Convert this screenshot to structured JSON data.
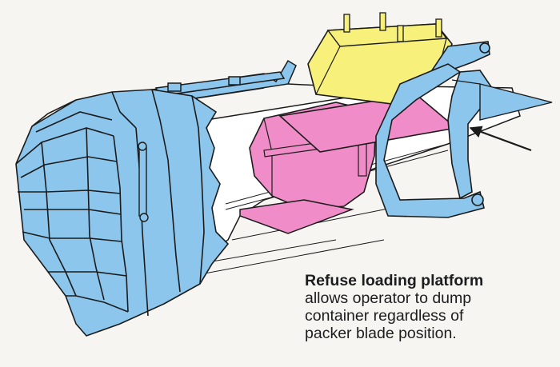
{
  "caption": {
    "title": "Refuse loading platform",
    "lines": [
      "allows operator to dump",
      "container regardless of",
      "packer blade position."
    ]
  },
  "colors": {
    "background": "#f6f5f2",
    "body_blue": "#8cc6ec",
    "platform_pink": "#f08dc8",
    "container_yellow": "#f7f07a",
    "outline": "#1b1b1b",
    "panel_white": "#ffffff"
  },
  "icons": {
    "pointer": "arrow-icon"
  }
}
